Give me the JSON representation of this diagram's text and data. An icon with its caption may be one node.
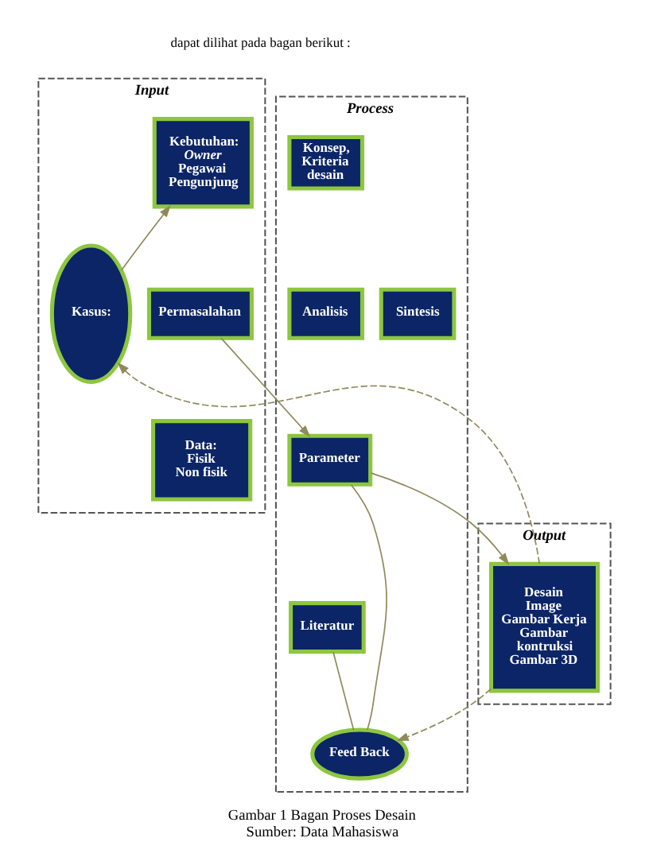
{
  "diagram": {
    "caption": "Gambar 1 Bagan Proses Desain Sumber: Data Mahasiswa",
    "nodes": [
      {
        "text": [
          "Input"
        ]
      },
      {
        "text": [
          "Kasus:"
        ],
        "in": 0
      },
      {
        "text": [
          "Kebutuhan:",
          "Owner",
          "Pegawai",
          "Pengunjung"
        ],
        "in": 0
      },
      {
        "text": [
          "Permasalahan"
        ],
        "in": 0
      },
      {
        "text": [
          "Data:",
          "Fisik",
          "Non fisik"
        ],
        "in": 0
      },
      {
        "text": [
          "Process"
        ]
      },
      {
        "text": [
          "Konsep, Kriteria desain"
        ],
        "in": 5
      },
      {
        "text": [
          "Analisis"
        ],
        "in": 5
      },
      {
        "text": [
          "Sintesis"
        ],
        "in": 5
      },
      {
        "text": [
          "Parameter"
        ],
        "in": 5
      },
      {
        "text": [
          "Literatur"
        ],
        "in": 5
      },
      {
        "text": [
          "Feed Back"
        ],
        "in": 5
      },
      {
        "text": [
          "Output"
        ]
      },
      {
        "text": [
          "Desain",
          "Image",
          "Gambar Kerja",
          "Gambar kontruksi",
          "Gambar 3D"
        ],
        "in": 12
      }
    ],
    "edges": [
      {
        "from": 1,
        "to": 2,
        "arrow": "to"
      },
      {
        "from": 3,
        "to": 9,
        "arrow": "to"
      },
      {
        "from": 9,
        "to": 13,
        "arrow": "to"
      },
      {
        "from": 9,
        "to": 11,
        "arrow": "none"
      },
      {
        "from": 10,
        "to": 11,
        "arrow": "none"
      },
      {
        "from": 13,
        "to": 1,
        "arrow": "to",
        "style": "dashed"
      },
      {
        "from": 13,
        "to": 11,
        "arrow": "to",
        "style": "dashed"
      }
    ],
    "labels": [
      "dapat dilihat pada bagan berikut :"
    ]
  }
}
